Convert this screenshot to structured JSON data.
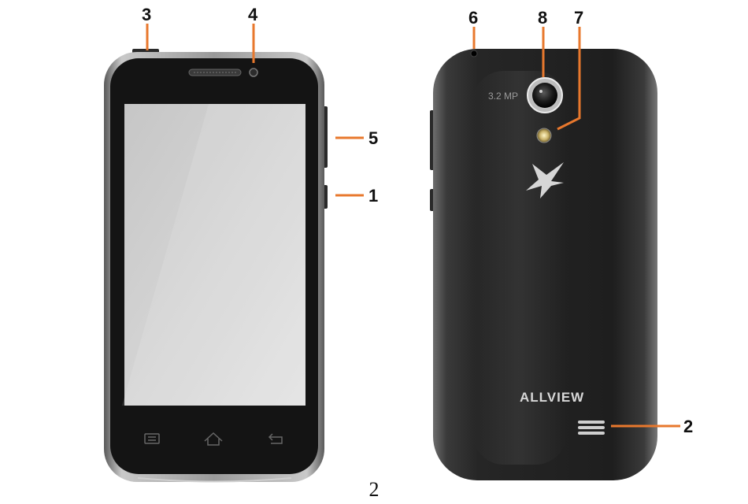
{
  "callouts": {
    "c1": "1",
    "c2": "2",
    "c3": "3",
    "c4": "4",
    "c5": "5",
    "c6": "6",
    "c7": "7",
    "c8": "8"
  },
  "back": {
    "camera_label": "3.2 MP",
    "brand": "ALLVIEW"
  },
  "page_number": "2",
  "colors": {
    "callout_line": "#e8782d",
    "phone_body": "#1c1c1c",
    "screen": "#d4d4d4",
    "frame": "#8a8a8a"
  },
  "icons": {
    "front_nav": [
      "menu-icon",
      "home-icon",
      "back-icon"
    ],
    "logo": "allview-star-logo"
  }
}
